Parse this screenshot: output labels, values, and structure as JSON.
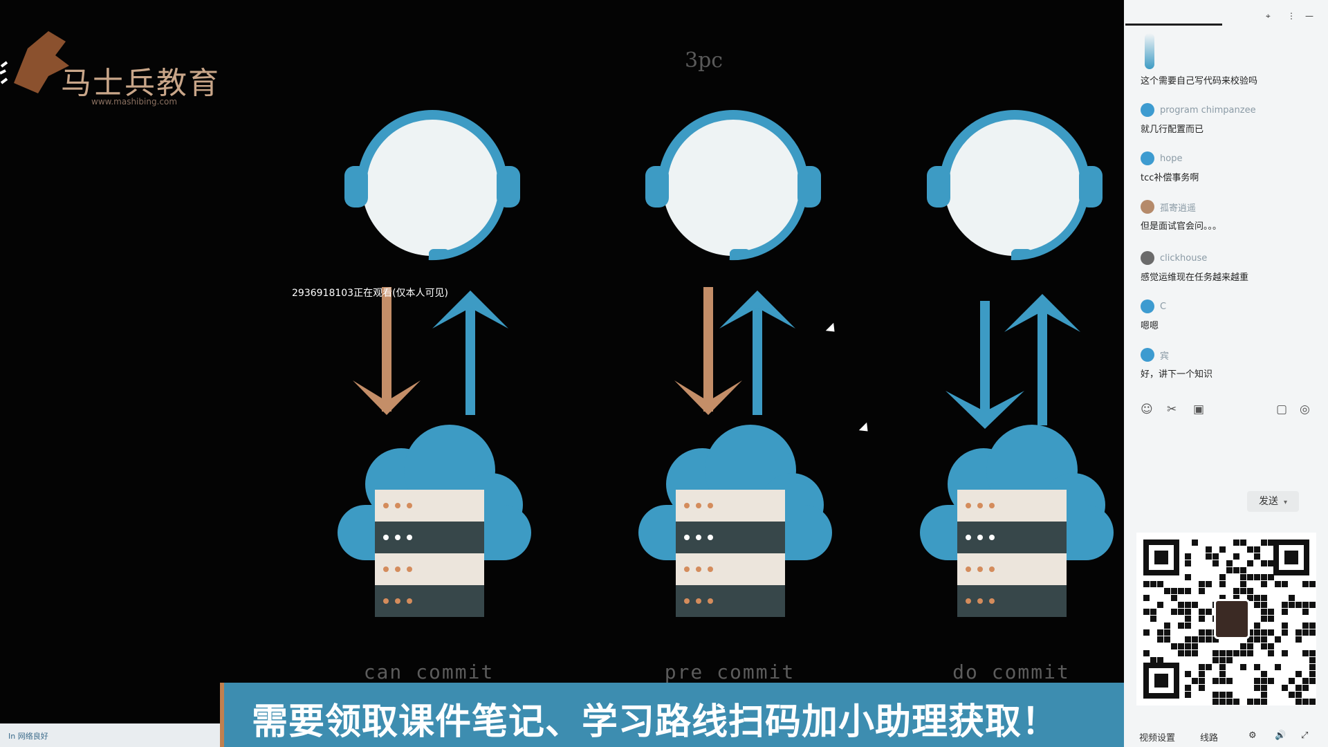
{
  "logo": {
    "brand": "马士兵教育",
    "url": "www.mashibing.com"
  },
  "slide": {
    "title": "3pc",
    "watch_notice": "2936918103正在观看(仅本人可见)",
    "steps": [
      {
        "label": "can commit",
        "down_color": "#c48e68"
      },
      {
        "label": "pre commit",
        "down_color": "#c48e68"
      },
      {
        "label": "do commit",
        "down_color": "#3d9bc4"
      }
    ],
    "colors": {
      "accent_blue": "#3d9bc4",
      "accent_tan": "#c48e68",
      "server_light": "#ece5dc",
      "server_dark": "#37474a",
      "face": "#eef3f4"
    }
  },
  "banner": {
    "text": "需要领取课件笔记、学习路线扫码加小助理获取！"
  },
  "status_left": {
    "text": "In 网络良好"
  },
  "chat": {
    "top_controls": [
      "⌖",
      "⋮",
      "—"
    ],
    "messages": [
      {
        "name": "",
        "avatar": "drop-avatar",
        "text": "这个需要自己写代码来校验吗"
      },
      {
        "name": "program chimpanzee",
        "avatar": "blue",
        "text": "就几行配置而已"
      },
      {
        "name": "hope",
        "avatar": "blue",
        "text": "tcc补偿事务啊"
      },
      {
        "name": "孤寄逍遥",
        "avatar": "tan",
        "text": "但是面试官会问。。。"
      },
      {
        "name": "clickhouse",
        "avatar": "dark",
        "text": "感觉运维现在任务越来越重"
      },
      {
        "name": "C",
        "avatar": "blue",
        "text": "嗯嗯"
      },
      {
        "name": "宾",
        "avatar": "blue",
        "text": "好，讲下一个知识"
      }
    ],
    "tools": [
      "emoji-icon",
      "scissors-icon",
      "image-icon",
      "comment-icon",
      "settings-icon"
    ],
    "send_label": "发送",
    "bottom": {
      "video_settings": "视频设置",
      "channel": "线路",
      "controls": [
        "⚙",
        "🔊",
        "⤢"
      ]
    }
  }
}
